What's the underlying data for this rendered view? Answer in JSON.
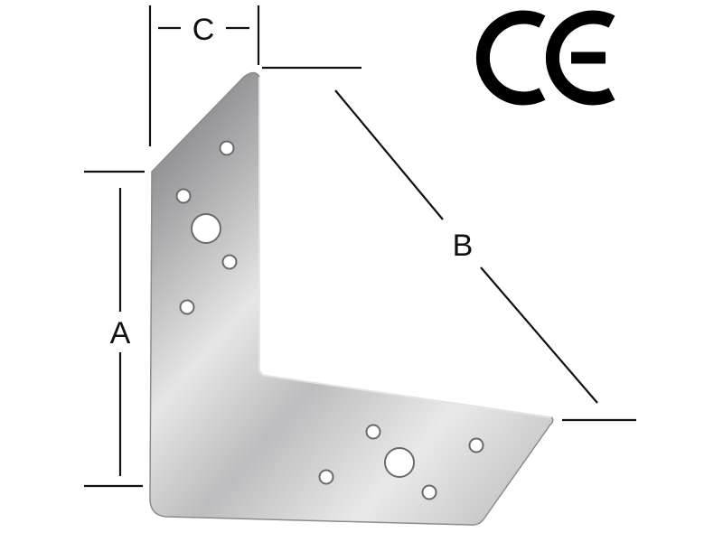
{
  "dimensions": {
    "a_label": "A",
    "b_label": "B",
    "c_label": "C"
  },
  "certification": {
    "mark": "CE"
  },
  "product": {
    "icon": "angle-bracket-icon",
    "material_colors": [
      "#6f6f70",
      "#c9c9c9",
      "#ededed"
    ]
  },
  "line_color": "#111111"
}
